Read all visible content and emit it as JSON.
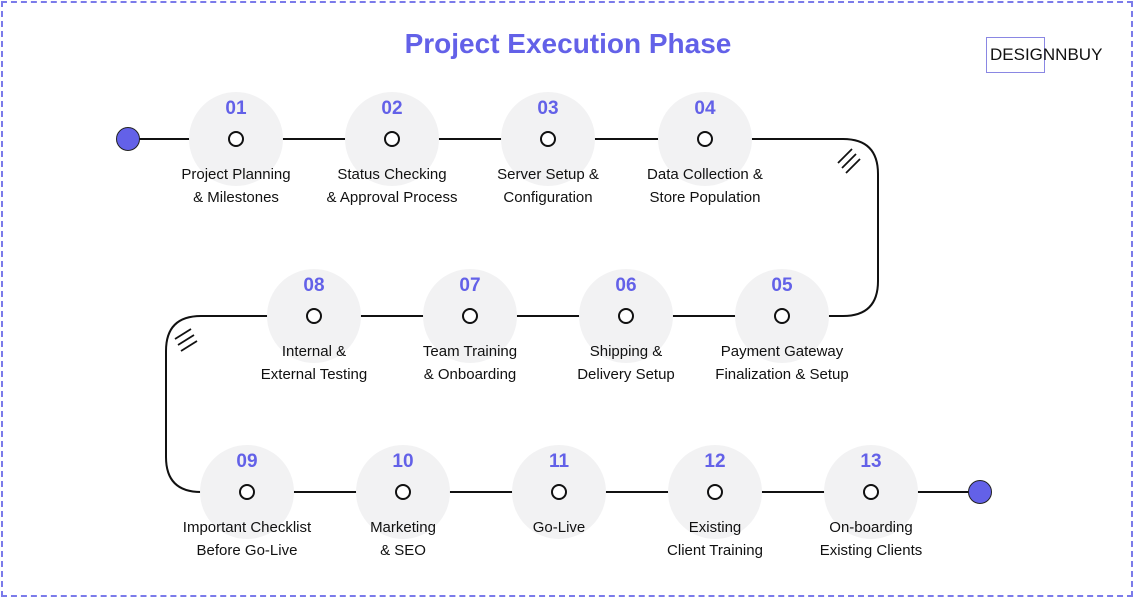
{
  "title": "Project Execution Phase",
  "logo": "DESIGNNBUY",
  "colors": {
    "accent": "#6361e8",
    "line": "#111111",
    "halo": "#f2f2f3"
  },
  "steps": [
    {
      "num": "01",
      "line1": "Project Planning",
      "line2": "& Milestones"
    },
    {
      "num": "02",
      "line1": "Status Checking",
      "line2": "& Approval Process"
    },
    {
      "num": "03",
      "line1": "Server Setup &",
      "line2": "Configuration"
    },
    {
      "num": "04",
      "line1": "Data Collection &",
      "line2": "Store Population"
    },
    {
      "num": "05",
      "line1": "Payment Gateway",
      "line2": "Finalization & Setup"
    },
    {
      "num": "06",
      "line1": "Shipping &",
      "line2": "Delivery Setup"
    },
    {
      "num": "07",
      "line1": "Team Training",
      "line2": "& Onboarding"
    },
    {
      "num": "08",
      "line1": "Internal &",
      "line2": "External Testing"
    },
    {
      "num": "09",
      "line1": "Important Checklist",
      "line2": "Before Go-Live"
    },
    {
      "num": "10",
      "line1": "Marketing",
      "line2": "& SEO"
    },
    {
      "num": "11",
      "line1": "Go-Live",
      "line2": ""
    },
    {
      "num": "12",
      "line1": "Existing",
      "line2": "Client Training"
    },
    {
      "num": "13",
      "line1": "On-boarding",
      "line2": "Existing Clients"
    }
  ]
}
